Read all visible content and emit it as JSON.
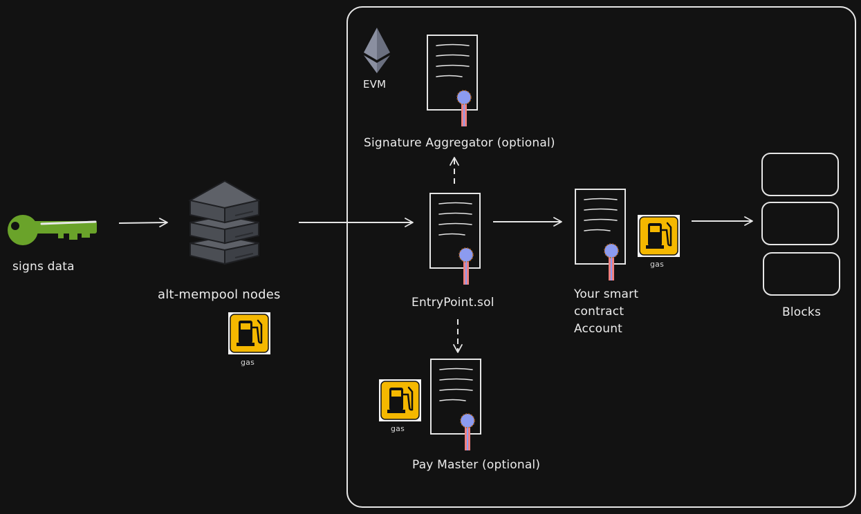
{
  "labels": {
    "signs_data": "signs data",
    "nodes": "alt-mempool nodes",
    "evm": "EVM",
    "aggregator": "Signature Aggregator (optional)",
    "entrypoint": "EntryPoint.sol",
    "paymaster": "Pay Master (optional)",
    "account": "Your smart\ncontract\nAccount",
    "blocks": "Blocks",
    "gas_nodes": "gas",
    "gas_paymaster": "gas",
    "gas_account": "gas"
  },
  "colors": {
    "background": "#121212",
    "stroke": "#e6e6e6",
    "key": "#6aa32a",
    "gas_yellow": "#f5b800",
    "seal_blue": "#8c9bf0",
    "ribbon_pink": "#f08080"
  },
  "icons": [
    "key-icon",
    "server-stack-icon",
    "ethereum-icon",
    "document-icon",
    "gas-pump-icon",
    "block-icon"
  ]
}
